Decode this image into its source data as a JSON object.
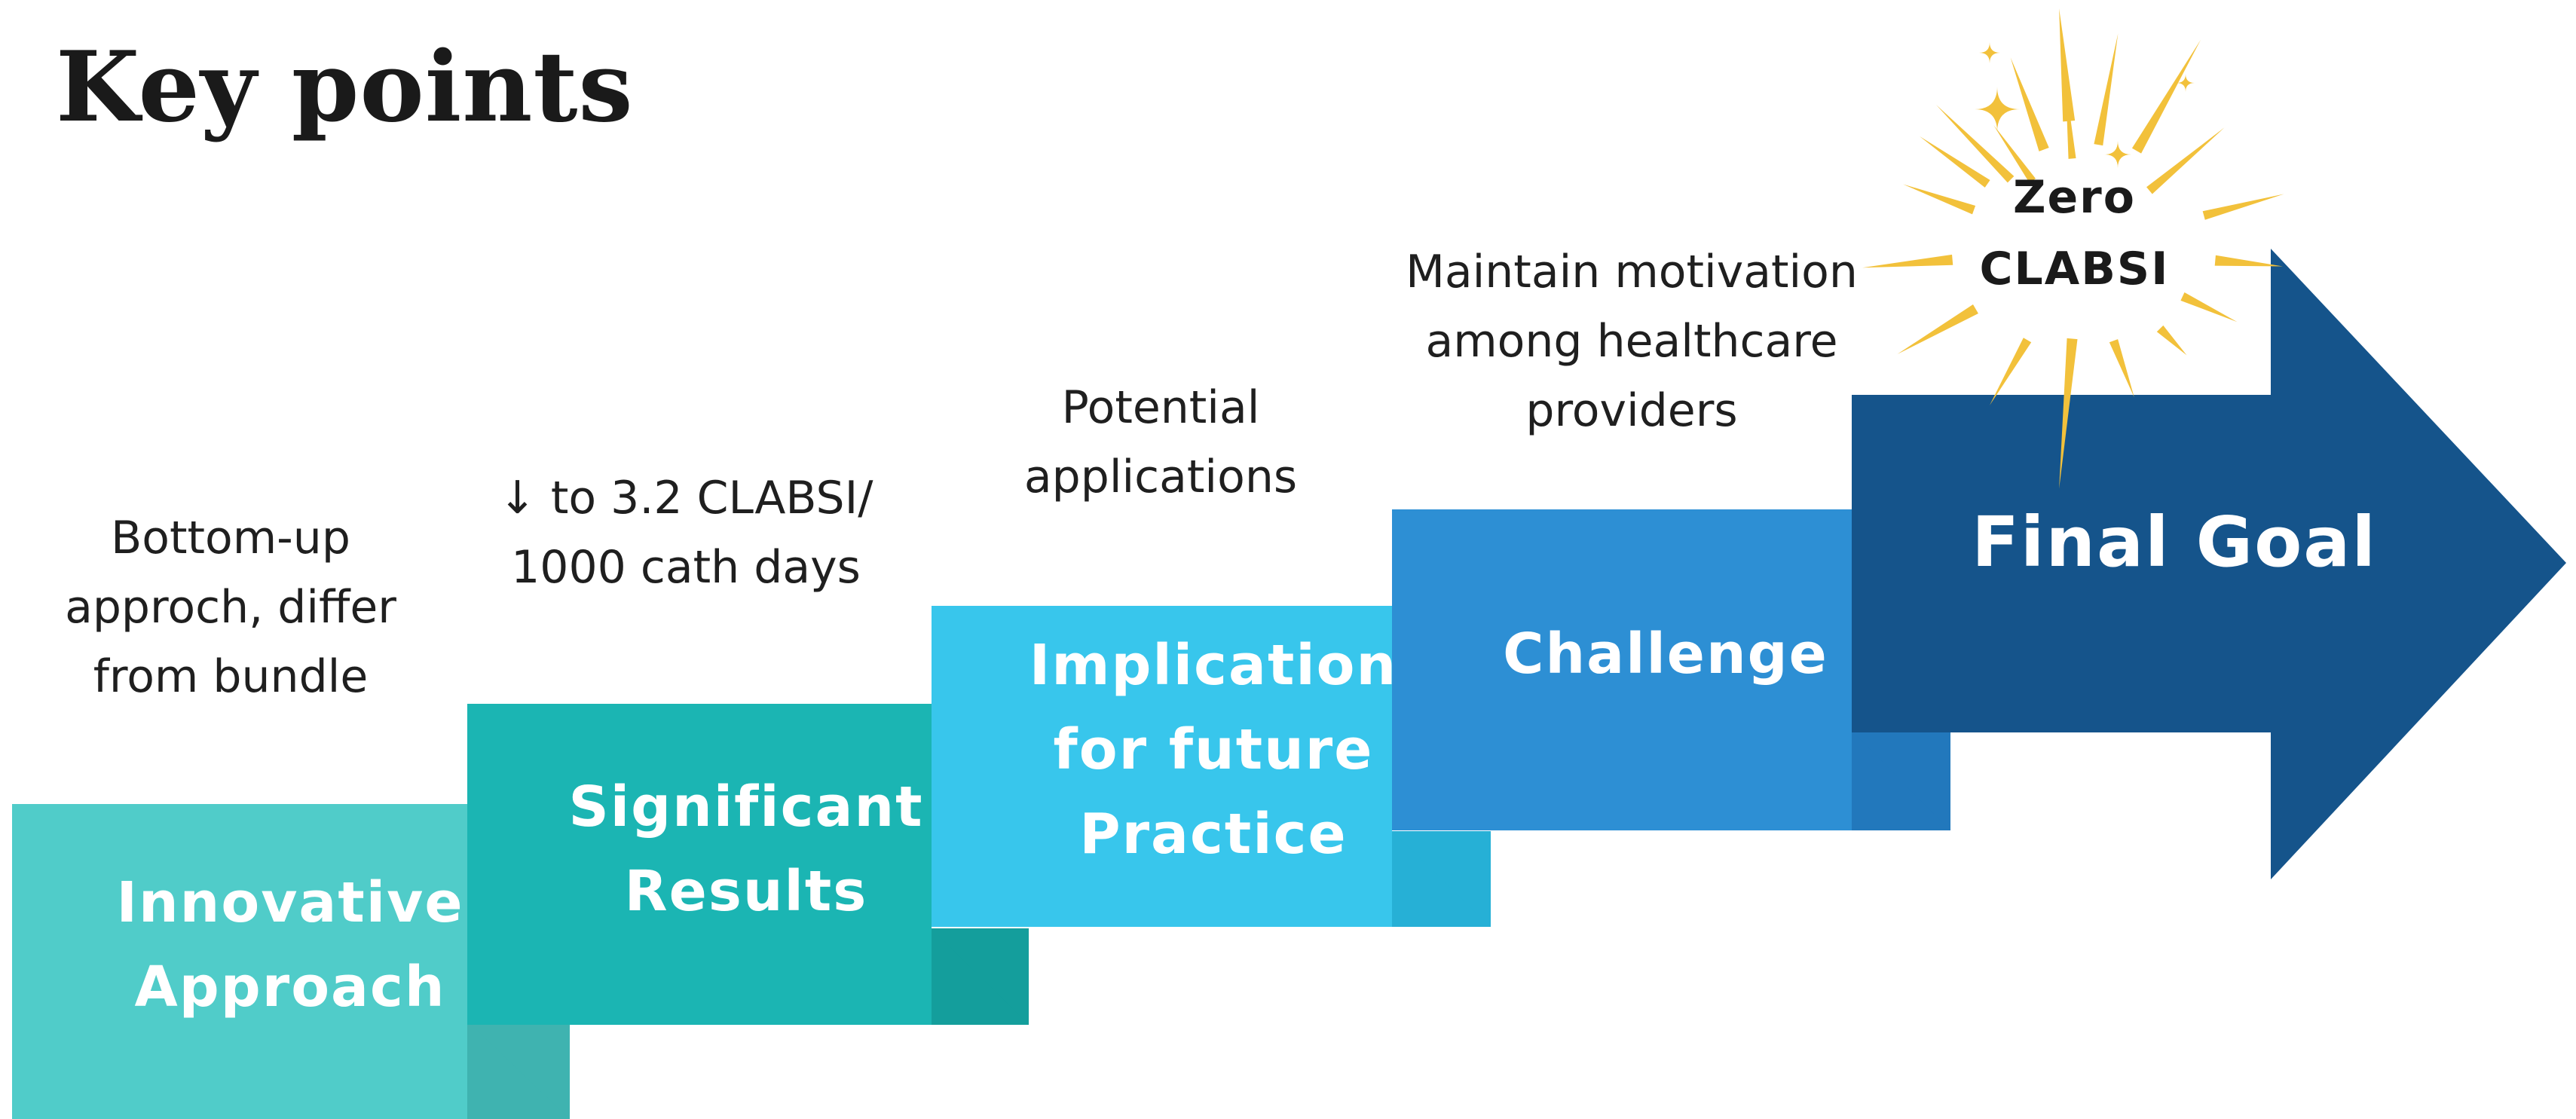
{
  "title": "Key points",
  "steps": [
    {
      "label": "Innovative\nApproach",
      "note": "Bottom-up\napproch, differ\nfrom bundle",
      "color": "#50CCC9",
      "fold_color": "#3FB3B0"
    },
    {
      "label": "Significant\nResults",
      "note": "↓ to 3.2 CLABSI/\n1000 cath days",
      "color": "#1BB5B3",
      "fold_color": "#149E9C"
    },
    {
      "label": "Implication\nfor future\nPractice",
      "note": "Potential\napplications",
      "color": "#38C6EC",
      "fold_color": "#26B0D6"
    },
    {
      "label": "Challenge",
      "note": "Maintain motivation\namong healthcare\nproviders",
      "color": "#2D8FD4",
      "fold_color": "#2278BC"
    }
  ],
  "goal": {
    "label": "Final Goal",
    "note": "Zero\nCLABSI",
    "color": "#15548B",
    "burst_color": "#F2C13B"
  }
}
